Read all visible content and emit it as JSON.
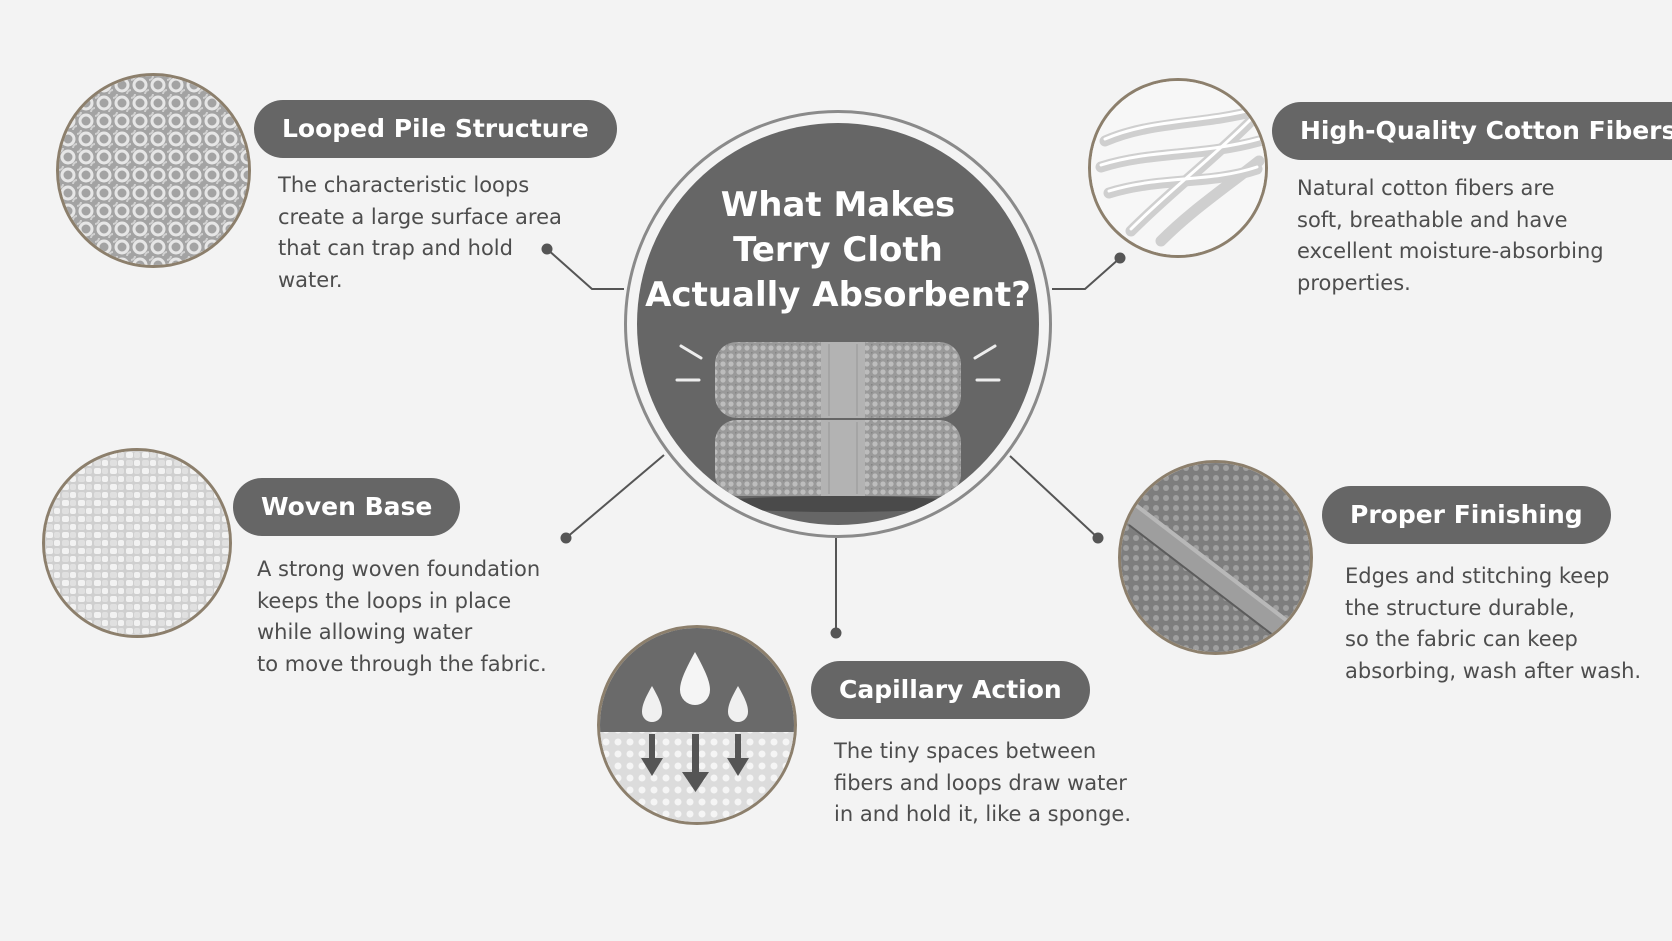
{
  "hub": {
    "title_lines": [
      "What Makes",
      "Terry Cloth",
      "Actually Absorbent?"
    ],
    "image_icon": "folded-towels-icon"
  },
  "features": [
    {
      "id": "looped-pile",
      "title": "Looped Pile Structure",
      "description_lines": [
        "The characteristic loops",
        "create a large surface area",
        "that can trap and hold",
        "water."
      ],
      "icon": "looped-pile-icon"
    },
    {
      "id": "cotton-fibers",
      "title": "High-Quality Cotton Fibers",
      "description_lines": [
        "Natural cotton fibers are",
        "soft, breathable and have",
        "excellent moisture-absorbing",
        "properties."
      ],
      "icon": "cotton-fibers-icon"
    },
    {
      "id": "woven-base",
      "title": "Woven Base",
      "description_lines": [
        "A strong woven foundation",
        "keeps the loops in place",
        "while allowing water",
        "to move through the fabric."
      ],
      "icon": "woven-base-icon"
    },
    {
      "id": "proper-finishing",
      "title": "Proper Finishing",
      "description_lines": [
        "Edges and stitching keep",
        "the structure durable,",
        "so the fabric can keep",
        "absorbing, wash after wash."
      ],
      "icon": "fabric-edge-icon"
    },
    {
      "id": "capillary-action",
      "title": "Capillary Action",
      "description_lines": [
        "The tiny spaces between",
        "fibers and loops draw water",
        "in and hold it, like a sponge."
      ],
      "icon": "water-drops-icon"
    }
  ],
  "colors": {
    "background": "#f3f3f3",
    "hub_fill": "#666666",
    "pill_fill": "#666666",
    "ring": "#8c7f6c",
    "text": "#4d4d4d",
    "connector": "#555555"
  }
}
